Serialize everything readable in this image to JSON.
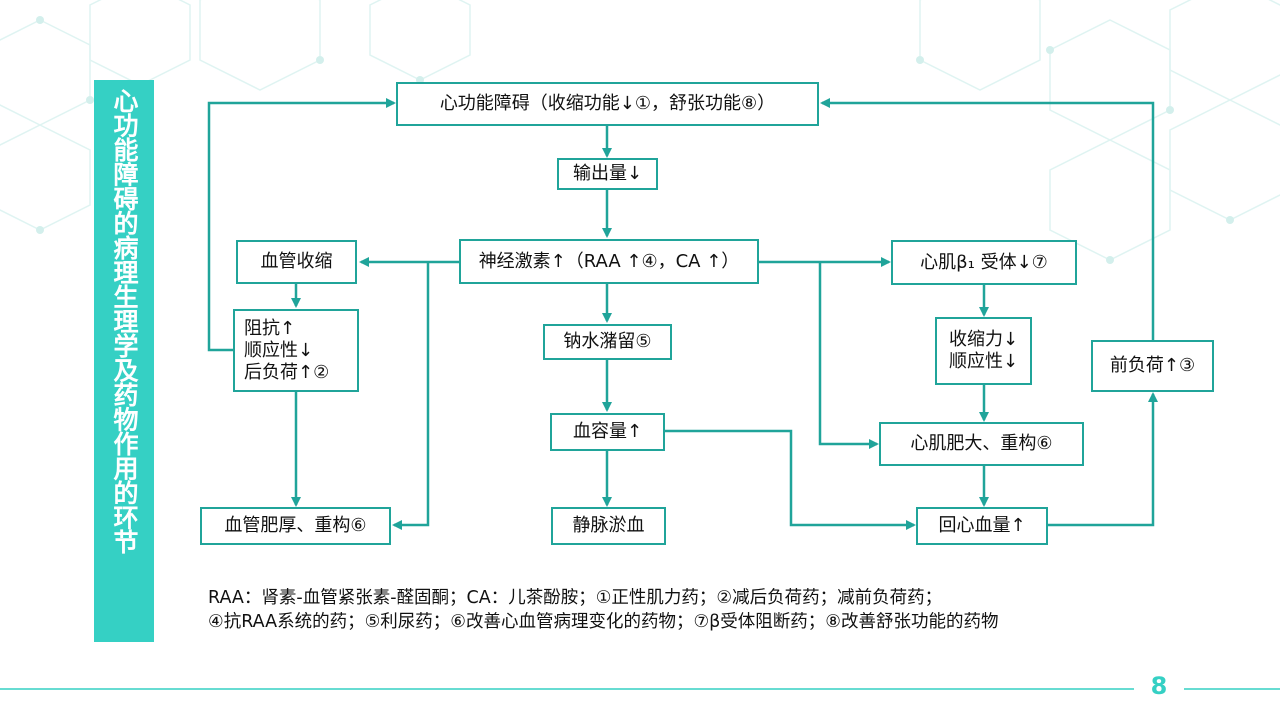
{
  "title": "心功能障碍的病理生理学及药物作用的环节",
  "nodes": {
    "cardiac_dysfunction": "心功能障碍（收缩功能↓①，舒张功能⑧）",
    "output": "输出量↓",
    "neurohormone": "神经激素↑（RAA ↑④，CA ↑）",
    "vasoconstriction": "血管收缩",
    "resistance": [
      "阻抗↑",
      "顺应性↓",
      "后负荷↑②"
    ],
    "vascular_hypertrophy": "血管肥厚、重构⑥",
    "sodium_retention": "钠水潴留⑤",
    "blood_volume": "血容量↑",
    "venous_congestion": "静脉淤血",
    "beta1_receptor": "心肌β₁ 受体↓⑦",
    "contractility": [
      "收缩力↓",
      "顺应性↓"
    ],
    "myocardial_hypertrophy": "心肌肥大、重构⑥",
    "venous_return": "回心血量↑",
    "preload": "前负荷↑③"
  },
  "legend": [
    "RAA：肾素-血管紧张素-醛固酮；CA：儿茶酚胺；①正性肌力药；②减后负荷药；减前负荷药；",
    "④抗RAA系统的药；⑤利尿药；⑥改善心血管病理变化的药物；⑦β受体阻断药；⑧改善舒张功能的药物"
  ],
  "page_number": "8",
  "colors": {
    "accent": "#35d0c4",
    "border": "#20a49a"
  }
}
